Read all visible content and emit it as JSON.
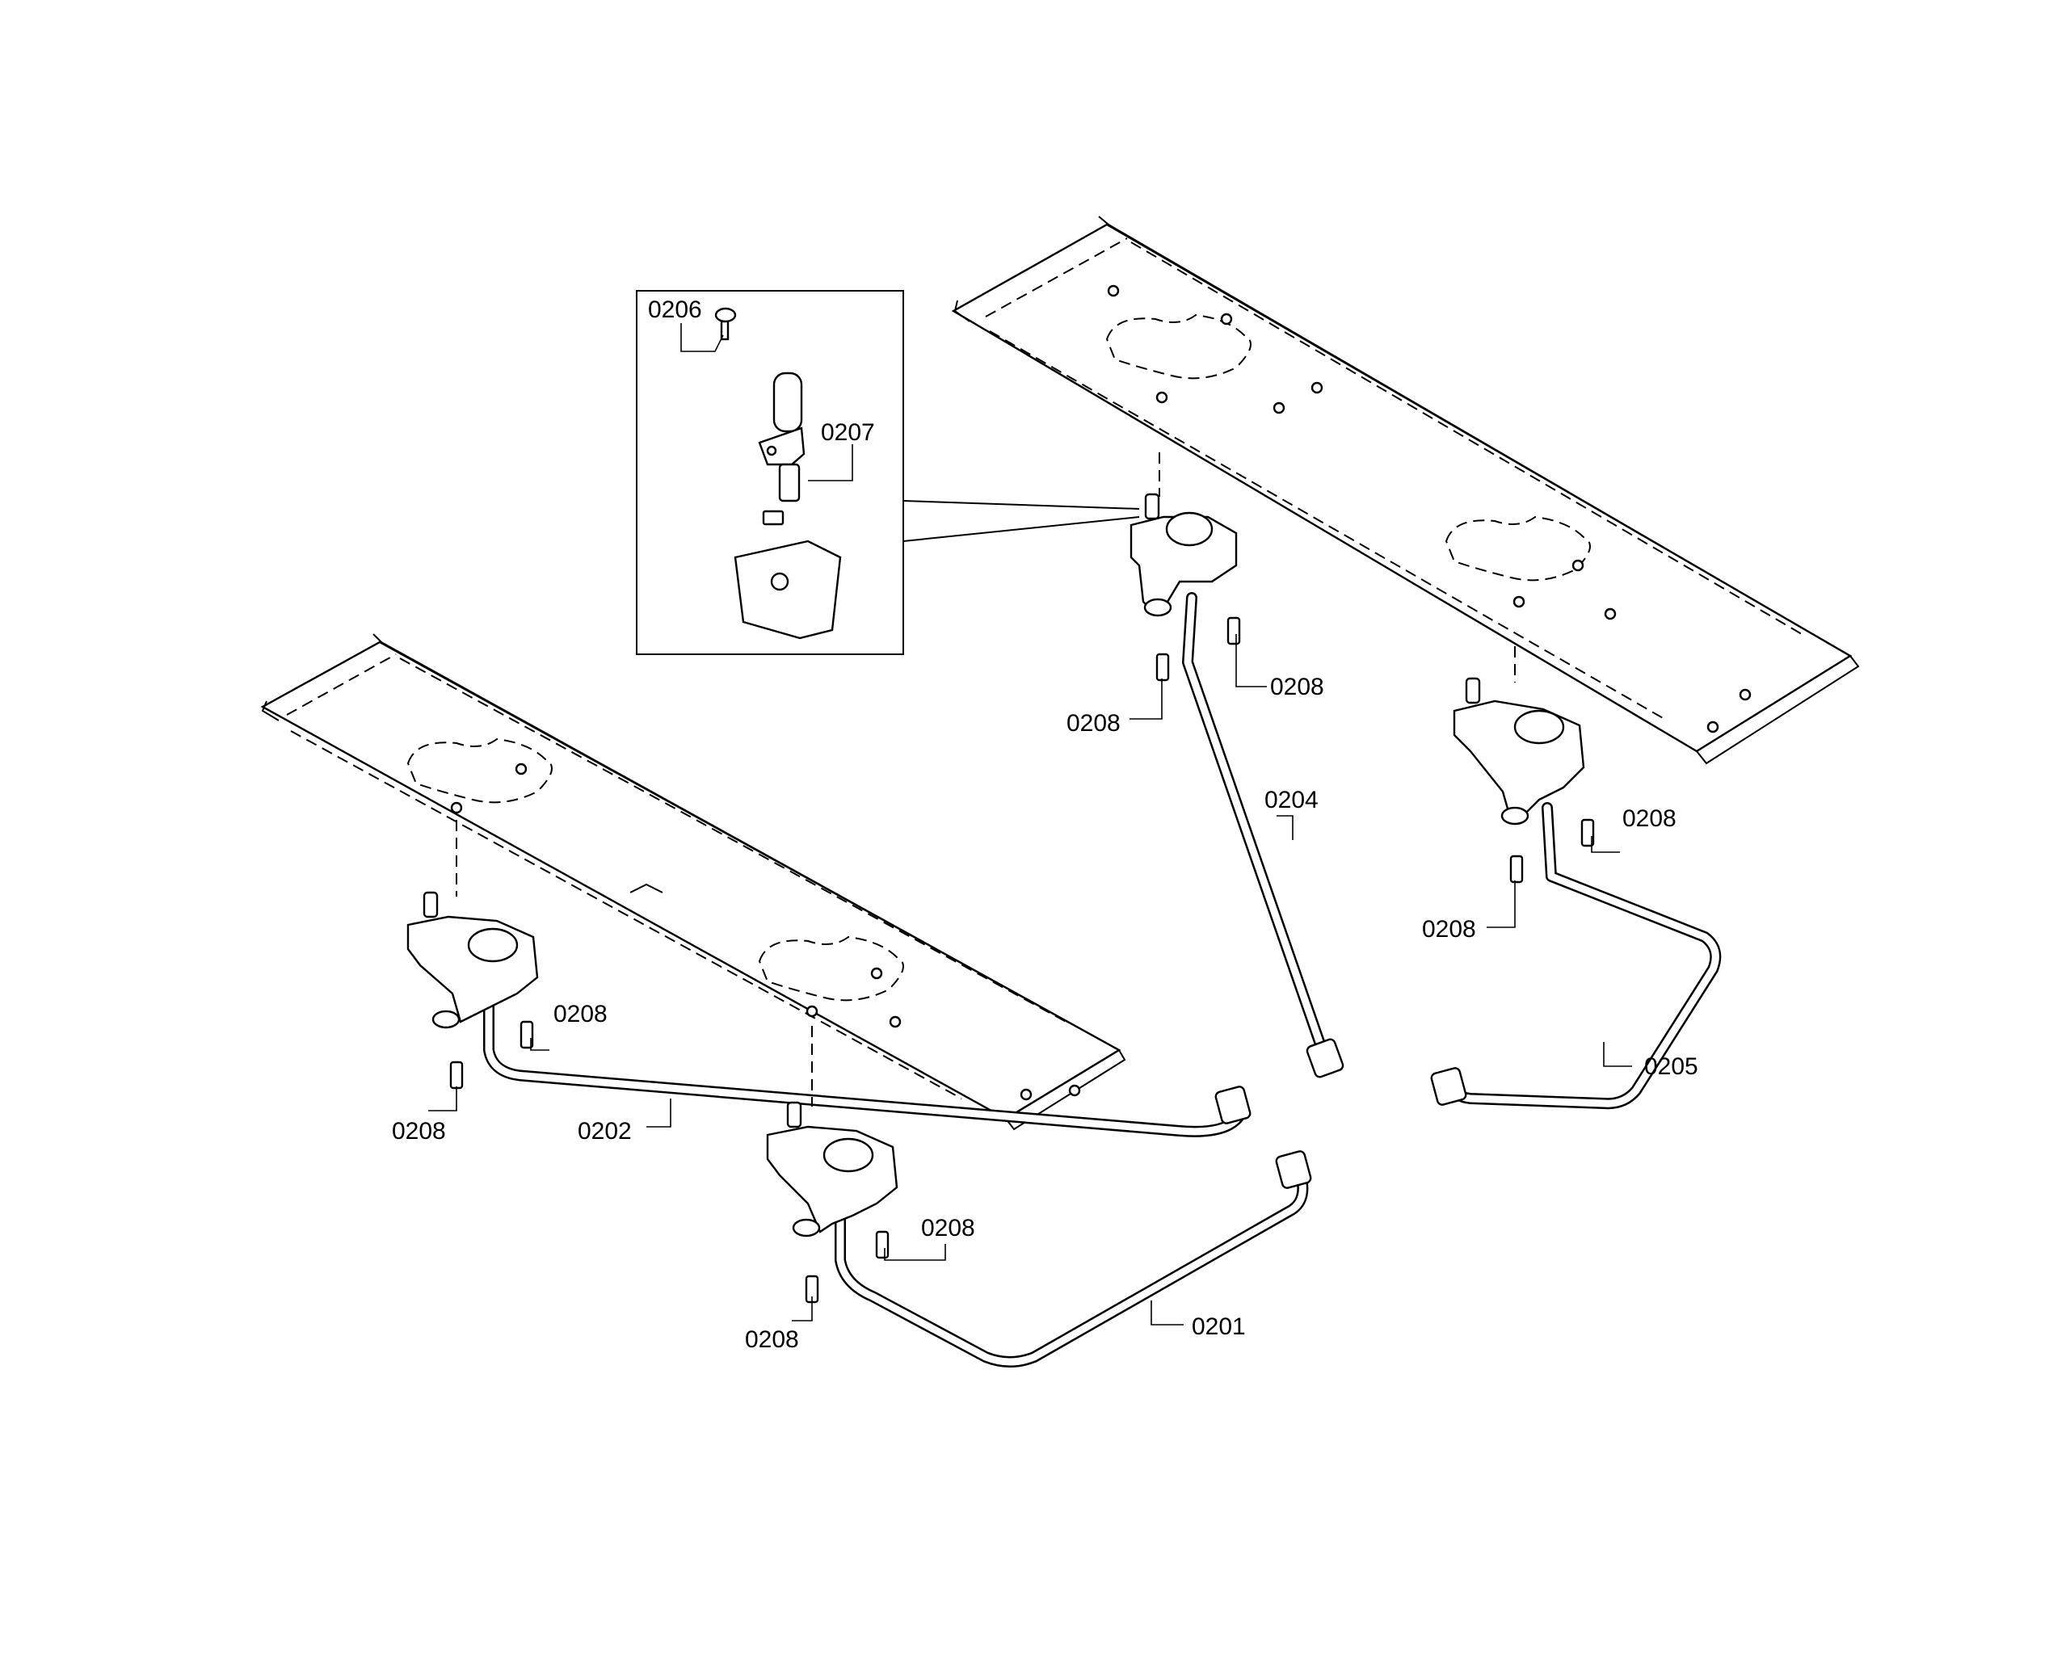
{
  "diagram": {
    "callouts": {
      "c0206": "0206",
      "c0207": "0207",
      "c0208_top_right": "0208",
      "c0208_top_left": "0208",
      "c0204": "0204",
      "c0208_right_a": "0208",
      "c0208_right_b": "0208",
      "c0205": "0205",
      "c0208_left_a": "0208",
      "c0208_left_b": "0208",
      "c0202": "0202",
      "c0208_mid_a": "0208",
      "c0208_mid_b": "0208",
      "c0201": "0201"
    }
  }
}
